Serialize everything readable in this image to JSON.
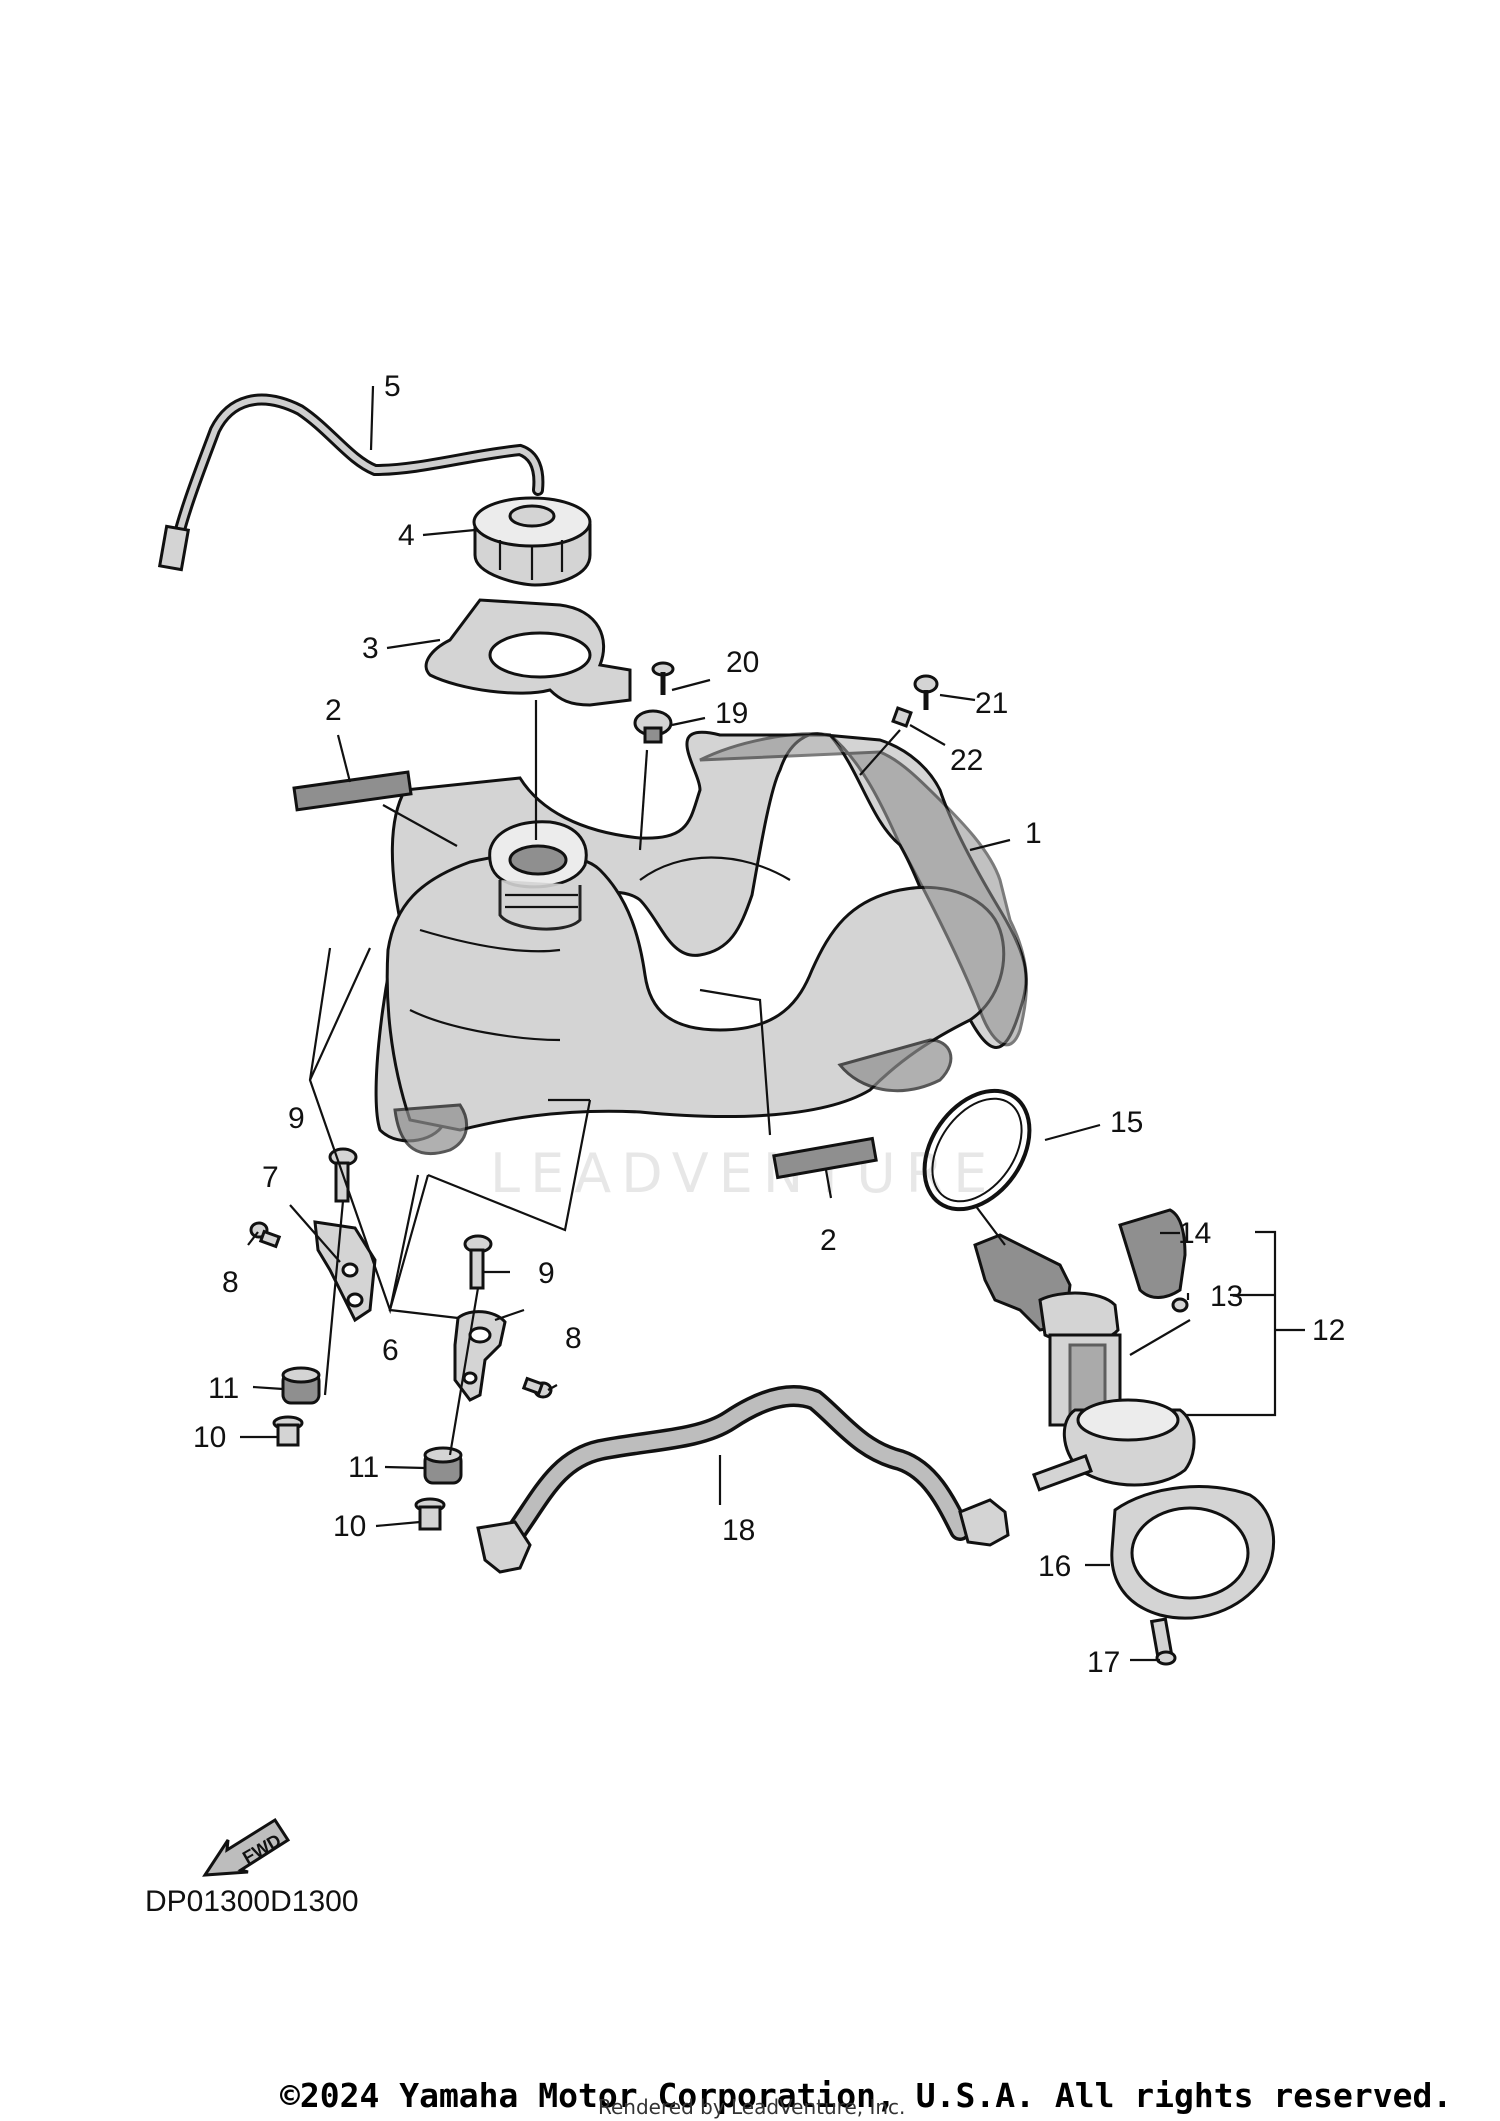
{
  "diagram": {
    "diagram_code": "DP01300D1300",
    "fwd_label": "FWD",
    "watermark": "LEADVENTURE",
    "copyright": "©2024 Yamaha Motor Corporation, U.S.A. All rights reserved.",
    "rendered_by": "Rendered by LeadVenture, Inc."
  },
  "callouts": {
    "c1": "1",
    "c2a": "2",
    "c2b": "2",
    "c3": "3",
    "c4": "4",
    "c5": "5",
    "c6": "6",
    "c7": "7",
    "c8a": "8",
    "c8b": "8",
    "c9a": "9",
    "c9b": "9",
    "c10a": "10",
    "c10b": "10",
    "c11a": "11",
    "c11b": "11",
    "c12": "12",
    "c13": "13",
    "c14": "14",
    "c15": "15",
    "c16": "16",
    "c17": "17",
    "c18": "18",
    "c19": "19",
    "c20": "20",
    "c21": "21",
    "c22": "22"
  },
  "parts": [
    {
      "ref": "1",
      "icon": "fuel-tank"
    },
    {
      "ref": "2",
      "icon": "damper-strip"
    },
    {
      "ref": "3",
      "icon": "cap-bracket"
    },
    {
      "ref": "4",
      "icon": "fuel-cap"
    },
    {
      "ref": "5",
      "icon": "breather-hose"
    },
    {
      "ref": "6",
      "icon": "tank-bracket"
    },
    {
      "ref": "7",
      "icon": "tank-bracket"
    },
    {
      "ref": "8",
      "icon": "bolt"
    },
    {
      "ref": "9",
      "icon": "bolt"
    },
    {
      "ref": "10",
      "icon": "collar"
    },
    {
      "ref": "11",
      "icon": "grommet"
    },
    {
      "ref": "12",
      "icon": "fuel-pump-assembly"
    },
    {
      "ref": "13",
      "icon": "o-ring"
    },
    {
      "ref": "14",
      "icon": "fuel-filter"
    },
    {
      "ref": "15",
      "icon": "gasket-ring"
    },
    {
      "ref": "16",
      "icon": "pump-plate"
    },
    {
      "ref": "17",
      "icon": "bolt"
    },
    {
      "ref": "18",
      "icon": "fuel-hose"
    },
    {
      "ref": "19",
      "icon": "damper"
    },
    {
      "ref": "20",
      "icon": "screw"
    },
    {
      "ref": "21",
      "icon": "bolt"
    },
    {
      "ref": "22",
      "icon": "collar"
    }
  ]
}
